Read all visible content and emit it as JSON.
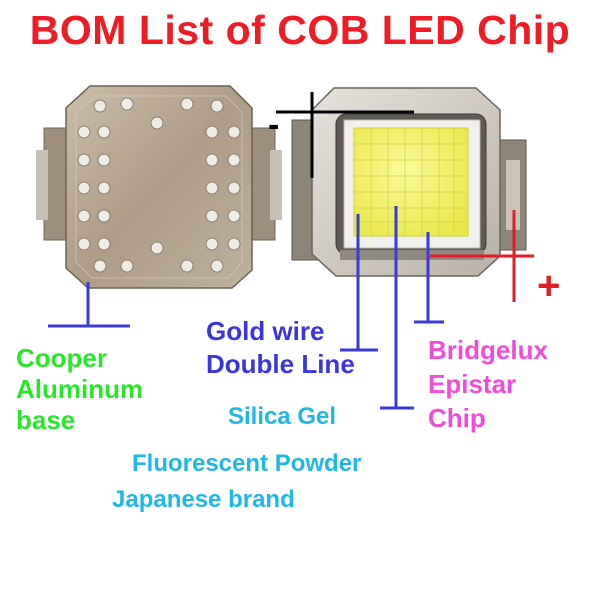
{
  "title": "BOM List of COB LED Chip",
  "polarity": {
    "negative": "-",
    "positive": "+"
  },
  "labels": {
    "base": [
      "Cooper",
      "Aluminum",
      "base"
    ],
    "gold_wire": [
      "Gold wire",
      "Double Line"
    ],
    "silica_gel": "Silica Gel",
    "fluorescent_powder": "Fluorescent Powder",
    "phosphor_brand": "Japanese brand",
    "chip": [
      "Bridgelux",
      "Epistar",
      "Chip"
    ]
  },
  "colors": {
    "title": "#ee1c24",
    "base_label": "#29e62b",
    "gold_wire_label": "#3b35e0",
    "phosphor_label": "#1fb8e6",
    "chip_label": "#f24bd8",
    "leader_lines": "#3a3ad6",
    "positive": "#e01c24",
    "negative": "#000000",
    "copper_base": "#b5a48c",
    "led_phosphor": "#f5f45a"
  },
  "icons": [
    "led-back-photo",
    "led-front-photo",
    "minus-sign-icon",
    "plus-sign-icon"
  ]
}
